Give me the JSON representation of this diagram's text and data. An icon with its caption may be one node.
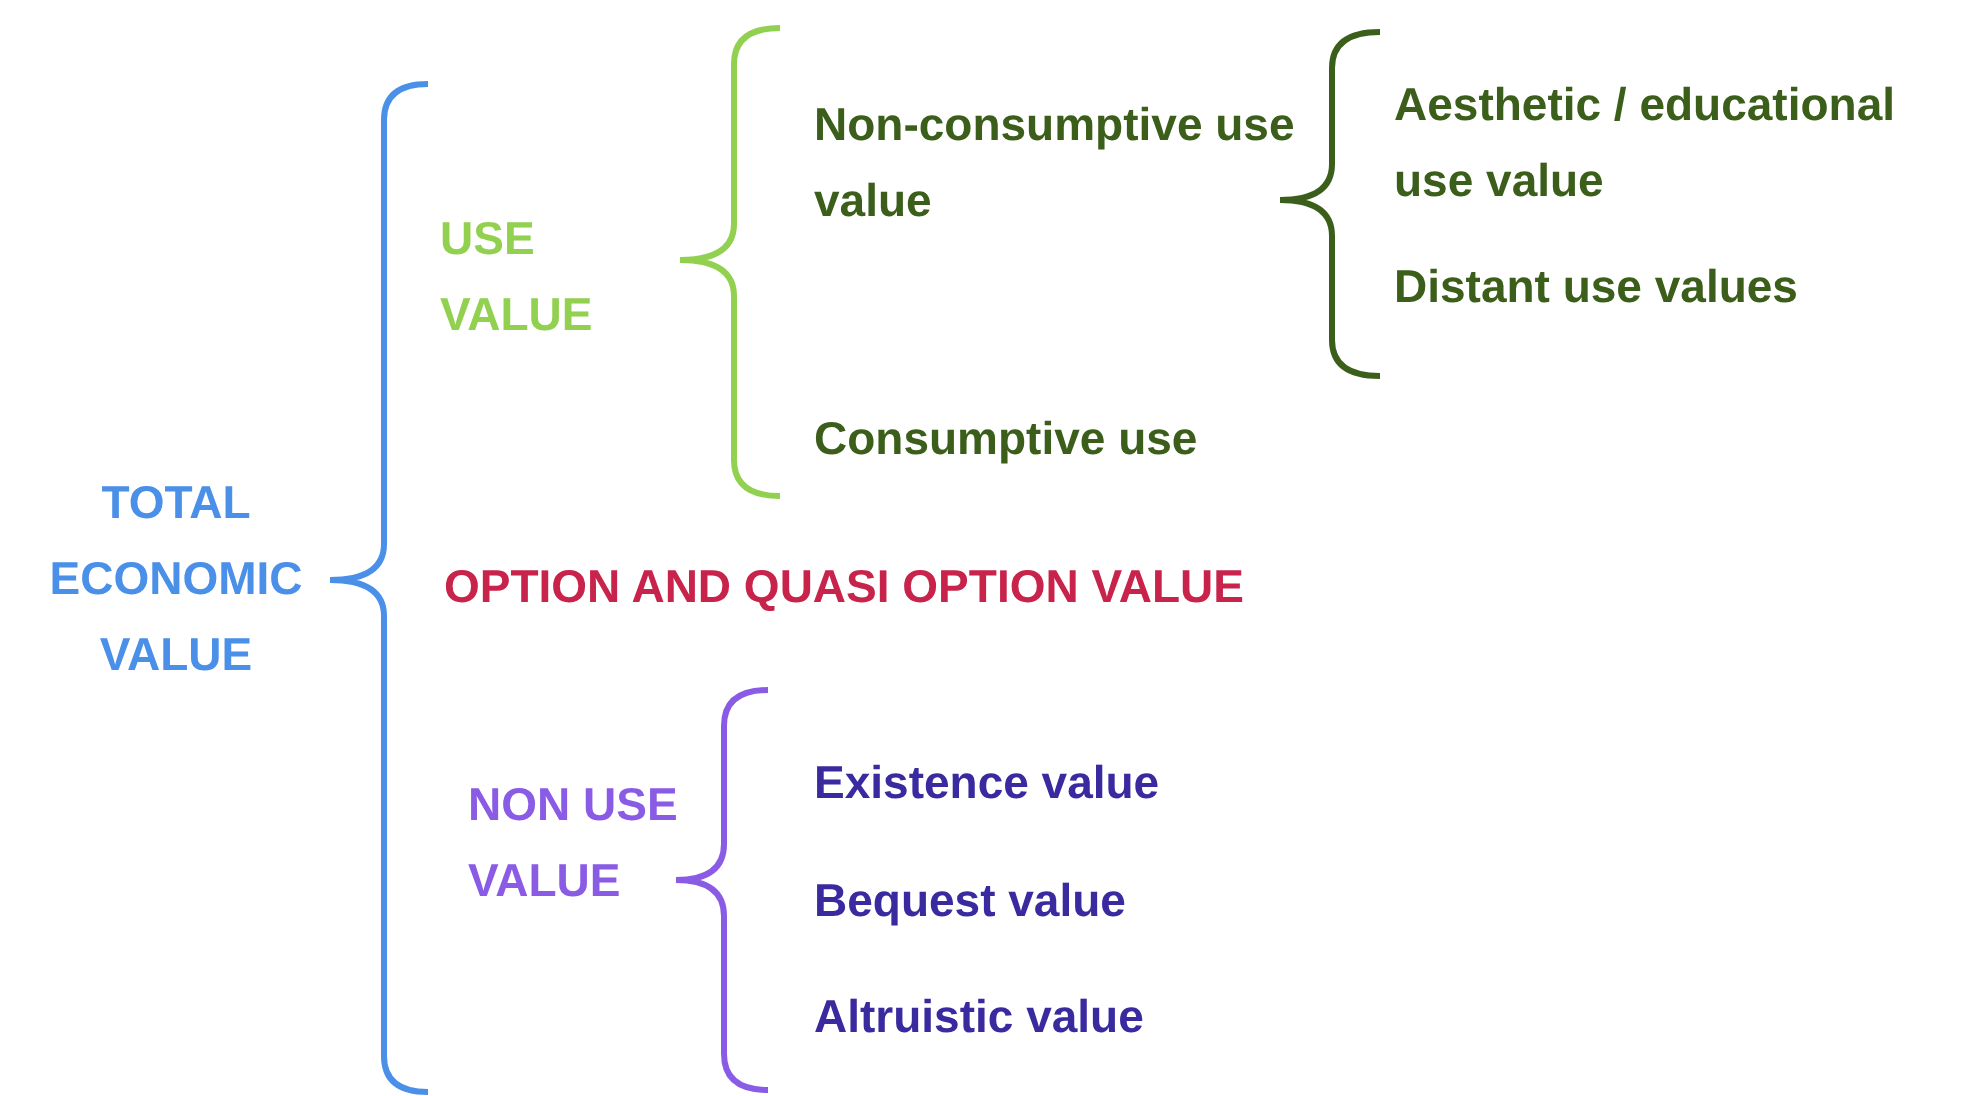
{
  "diagram": {
    "labels": [
      "TOTAL ECONOMIC VALUE",
      "USE VALUE",
      "Non-consumptive use value",
      "Aesthetic / educational use value",
      "Distant use values",
      "Consumptive use",
      "OPTION AND QUASI OPTION VALUE",
      "NON USE VALUE",
      "Existence value",
      "Bequest value",
      "Altruistic value"
    ]
  }
}
